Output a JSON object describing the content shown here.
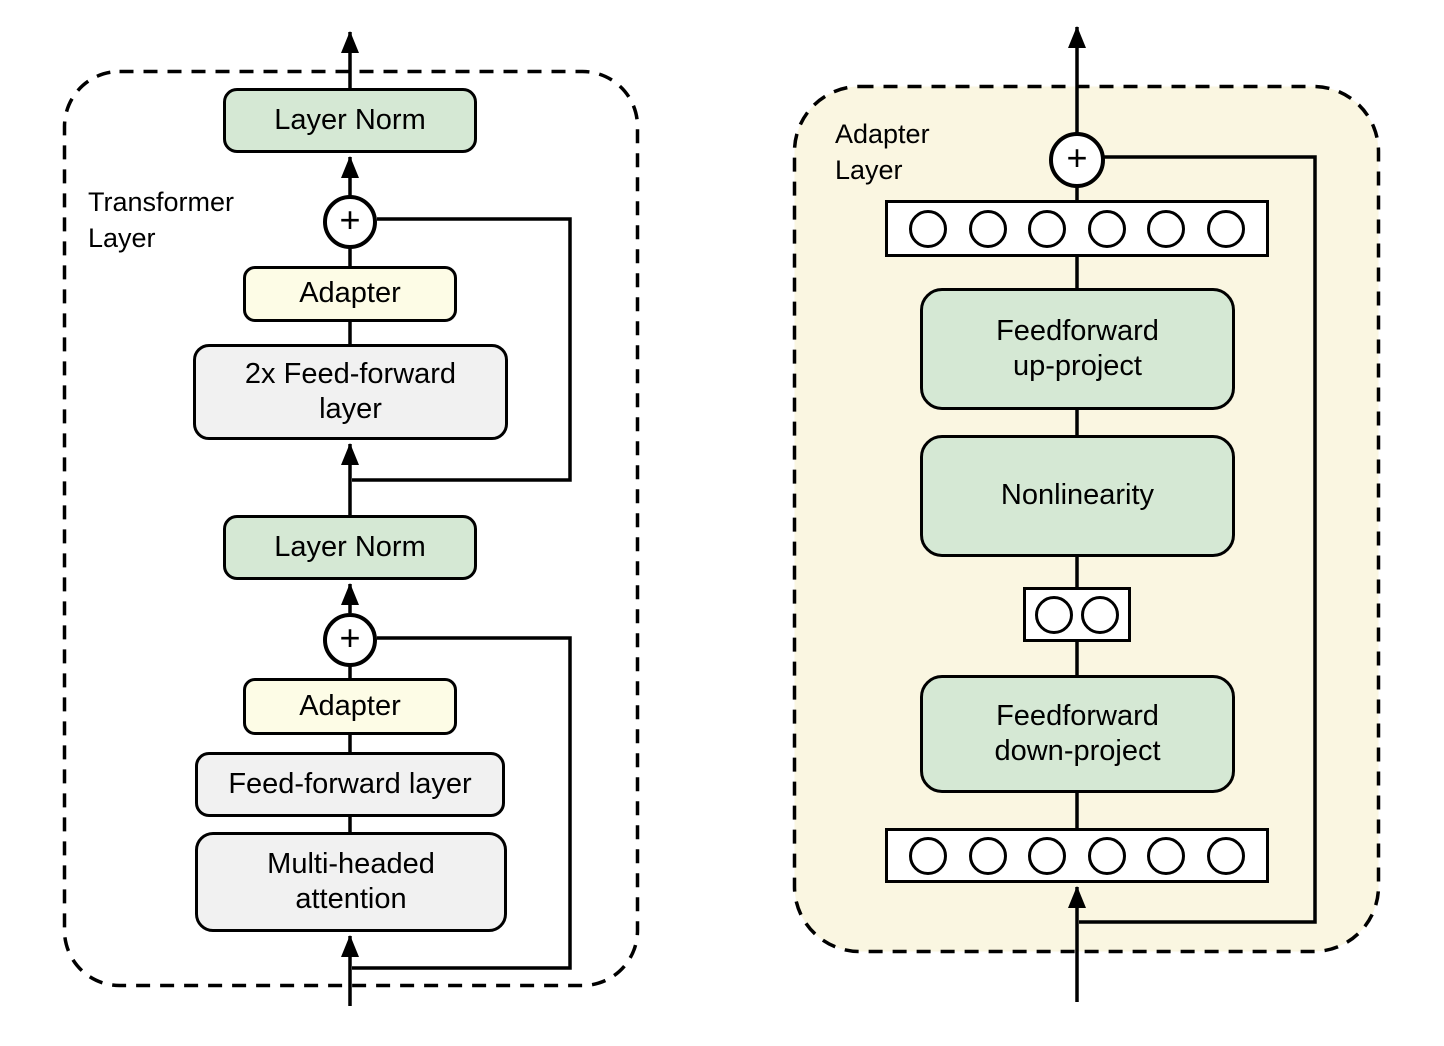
{
  "figure": {
    "left_panel": {
      "label": "Transformer\nLayer",
      "layer_norm_top": "Layer Norm",
      "plus_top": "+",
      "adapter_top": "Adapter",
      "feedforward_2x": "2x Feed-forward\nlayer",
      "layer_norm_mid": "Layer Norm",
      "plus_bottom": "+",
      "adapter_bottom": "Adapter",
      "feedforward": "Feed-forward layer",
      "attention": "Multi-headed\nattention"
    },
    "right_panel": {
      "label": "Adapter\nLayer",
      "plus": "+",
      "feedforward_up": "Feedforward\nup-project",
      "nonlinearity": "Nonlinearity",
      "feedforward_down": "Feedforward\ndown-project",
      "input_units": 6,
      "bottleneck_units": 2,
      "output_units": 6
    }
  },
  "colors": {
    "green": "#D5E8D4",
    "adapter-yellow": "#FDFCE6",
    "panel-cream": "#FAF6E1",
    "gray": "#F1F1F1",
    "line": "#000000"
  }
}
